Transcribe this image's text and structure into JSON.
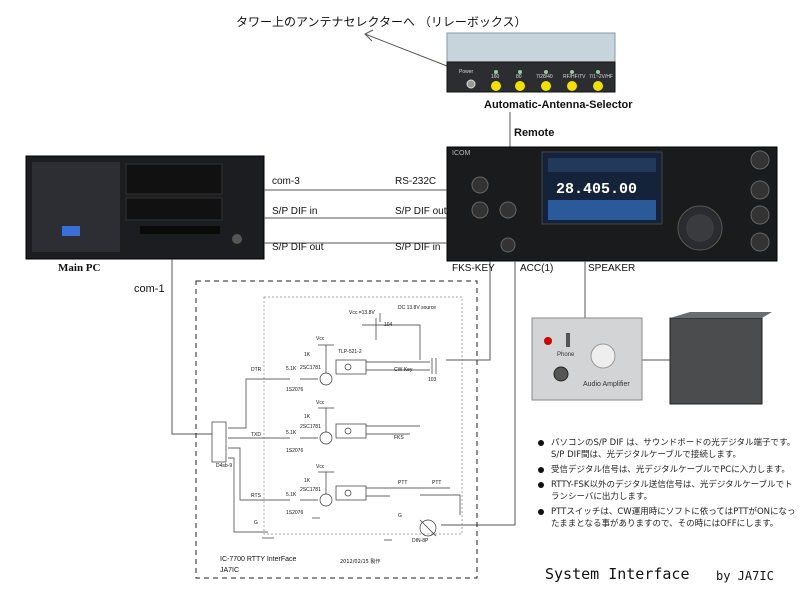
{
  "title_top": "タワー上のアンテナセレクターへ （リレーボックス）",
  "selector": {
    "name": "Automatic-Antenna-Selector",
    "buttons": [
      "Power",
      "160",
      "80",
      "7/28/40",
      "RF/HF/TV",
      "7/1~2V/HF"
    ]
  },
  "labels": {
    "remote": "Remote",
    "com3": "com-3",
    "rs232c": "RS-232C",
    "spdif_in_pc": "S/P DIF in",
    "spdif_out_rig": "S/P DIF out",
    "spdif_out_pc": "S/P DIF out",
    "spdif_in_rig": "S/P DIF in",
    "main_pc": "Main PC",
    "com1": "com-1",
    "fks_key": "FKS-KEY",
    "acc1": "ACC(1)",
    "speaker": "SPEAKER"
  },
  "radio": {
    "frequency": "28.405.00",
    "brand": "ICOM"
  },
  "amplifier": {
    "label": "Audio Amplifier",
    "phone": "Phone"
  },
  "schematic": {
    "title1": "IC-7700 RTTY InterFace",
    "title2": "JA7IC",
    "date": "2012/02/15 製作",
    "dc_source": "DC 13.8V source",
    "vcc13": "Vcc =13.8V",
    "ic": "TLP-521-2",
    "cw_key": "CW Key",
    "fks": "FKS",
    "ptt": "PTT",
    "ptt2": "PTT",
    "connector": "D4sb-9",
    "din": "DIN-8P",
    "signals": [
      "DTR",
      "TXD",
      "RTS",
      "G"
    ],
    "transistor": "2SC1781",
    "resistor": "5.1K",
    "diode": "1S2076",
    "vcc": "Vcc",
    "r1k": "1K",
    "cap": "104",
    "cap2": "103",
    "gnd": "G"
  },
  "bullets": [
    "パソコンのS/P DIF は、サウンドボードの光デジタル端子です。S/P DIF間は、光デジタルケーブルで接続します。",
    "受信デジタル信号は、光デジタルケーブルでPCに入力します。",
    "RTTY-FSK以外のデジタル送信信号は、光デジタルケーブルでトランシーバに出力します。",
    "PTTスイッチは、CW運用時にソフトに依ってはPTTがONになったままとなる事がありますので、その時にはOFFにします。"
  ],
  "footer": {
    "system_interface": "System Interface",
    "by": "by JA7IC"
  }
}
